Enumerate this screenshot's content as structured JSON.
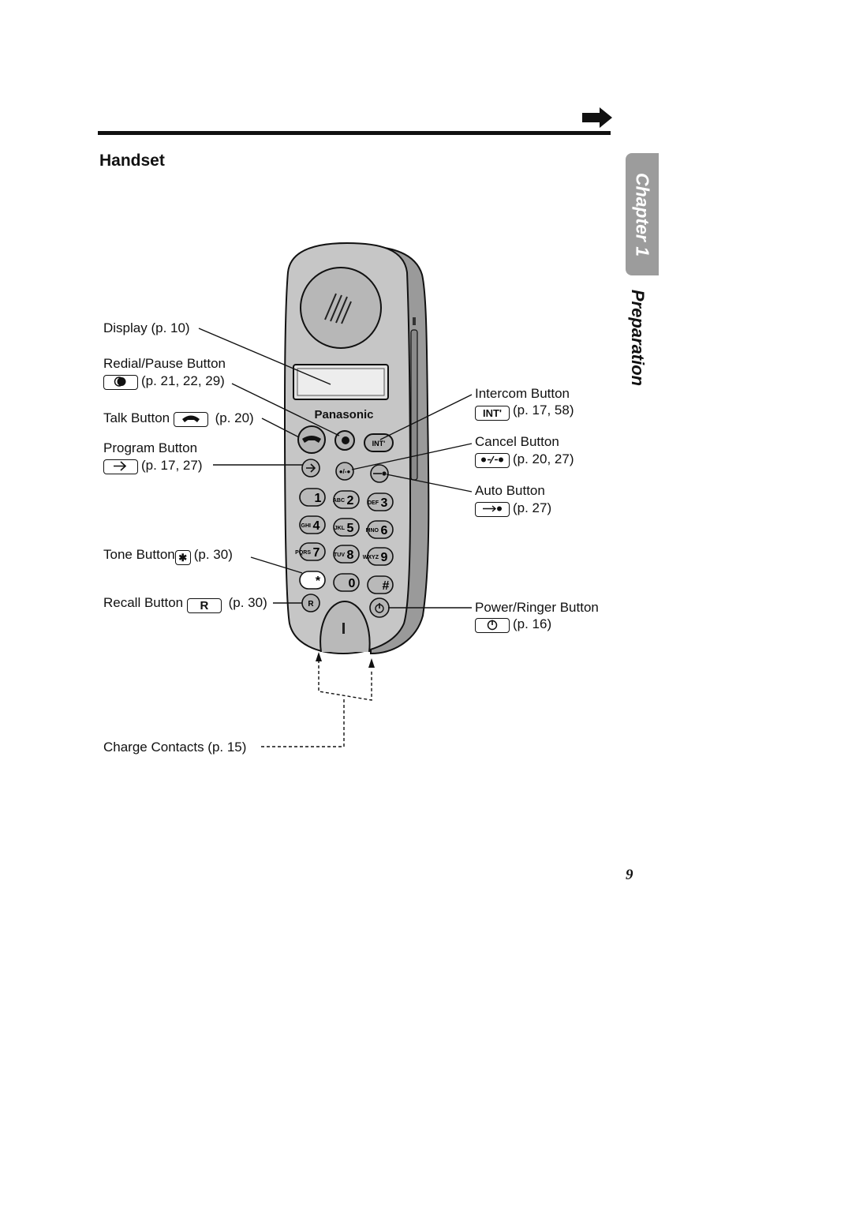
{
  "header": {
    "section_title": "Handset",
    "continue_icon": "right-arrow-icon"
  },
  "side_tab": {
    "chapter": "Chapter 1",
    "section": "Preparation"
  },
  "phone": {
    "brand": "Panasonic",
    "int_key": "INT'",
    "keypad": [
      {
        "letters": "",
        "digit": "1"
      },
      {
        "letters": "ABC",
        "digit": "2"
      },
      {
        "letters": "DEF",
        "digit": "3"
      },
      {
        "letters": "GHI",
        "digit": "4"
      },
      {
        "letters": "JKL",
        "digit": "5"
      },
      {
        "letters": "MNO",
        "digit": "6"
      },
      {
        "letters": "PQRS",
        "digit": "7"
      },
      {
        "letters": "TUV",
        "digit": "8"
      },
      {
        "letters": "WXYZ",
        "digit": "9"
      },
      {
        "letters": "",
        "digit": "*"
      },
      {
        "letters": "",
        "digit": "0"
      },
      {
        "letters": "",
        "digit": "#"
      }
    ],
    "recall_key": "R"
  },
  "callouts": {
    "display": {
      "text": "Display (p. 10)"
    },
    "redial": {
      "name": "Redial/Pause Button",
      "icon": "redial-pause-icon",
      "ref": "(p. 21, 22, 29)"
    },
    "talk": {
      "name": "Talk Button",
      "icon": "handset-icon",
      "ref": "(p. 20)"
    },
    "program": {
      "name": "Program Button",
      "icon": "program-arrow-icon",
      "ref": "(p. 17, 27)"
    },
    "tone": {
      "name": "Tone Button",
      "icon": "asterisk-icon",
      "ref": "(p. 30)"
    },
    "recall": {
      "name": "Recall Button",
      "key": "R",
      "ref": "(p. 30)"
    },
    "charge": {
      "text": "Charge Contacts (p. 15)"
    },
    "intercom": {
      "name": "Intercom Button",
      "key": "INT'",
      "ref": "(p. 17, 58)"
    },
    "cancel": {
      "name": "Cancel Button",
      "icon": "cancel-icon",
      "ref": "(p. 20, 27)"
    },
    "auto": {
      "name": "Auto Button",
      "icon": "auto-arrow-icon",
      "ref": "(p. 27)"
    },
    "power": {
      "name": "Power/Ringer Button",
      "icon": "power-icon",
      "ref": "(p. 16)"
    }
  },
  "footer": {
    "page_number": "9"
  }
}
